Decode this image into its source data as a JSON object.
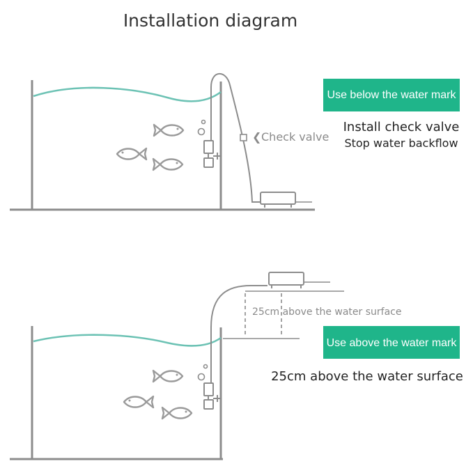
{
  "title": "Installation diagram",
  "top_section": {
    "badge": {
      "label": "Use below the water mark",
      "color": "#1fb58a"
    },
    "valve_label": "Check valve",
    "valve_arrow": "❮",
    "notes": [
      "Install check valve",
      "Stop water backflow"
    ]
  },
  "bottom_section": {
    "badge": {
      "label": "Use above the water mark",
      "color": "#1fb58a"
    },
    "height_label": "25cm above the water surface",
    "note": "25cm above the water surface"
  },
  "colors": {
    "water": "#6cc2b4",
    "outline": "#8c8c8c",
    "badge": "#1fb58a"
  },
  "icons": [
    "fish-icon",
    "bubble-icon",
    "pump-icon",
    "check-valve-icon",
    "device-box-icon"
  ]
}
